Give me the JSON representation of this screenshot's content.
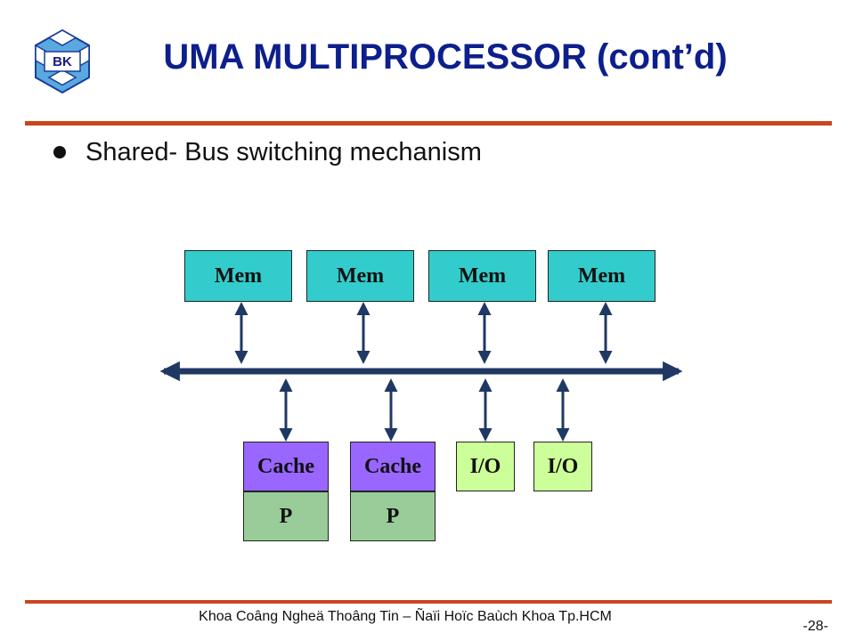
{
  "slide": {
    "title": "UMA MULTIPROCESSOR (cont’d)",
    "bullet": "Shared- Bus switching mechanism",
    "footer": "Khoa Coâng Ngheä Thoâng Tin – Ñaïi Hoïc Baùch Khoa Tp.HCM",
    "page_number": "-28-"
  },
  "logo": {
    "text": "BK",
    "icon": "bk-logo-icon"
  },
  "diagram": {
    "memories": [
      "Mem",
      "Mem",
      "Mem",
      "Mem"
    ],
    "caches": [
      "Cache",
      "Cache"
    ],
    "processors": [
      "P",
      "P"
    ],
    "io": [
      "I/O",
      "I/O"
    ]
  },
  "colors": {
    "title": "#0d1f8c",
    "rule": "#c8461e",
    "mem": "#33cccc",
    "cache": "#9966ff",
    "processor": "#99cc99",
    "io": "#ccff99",
    "bus": "#1f3864"
  }
}
